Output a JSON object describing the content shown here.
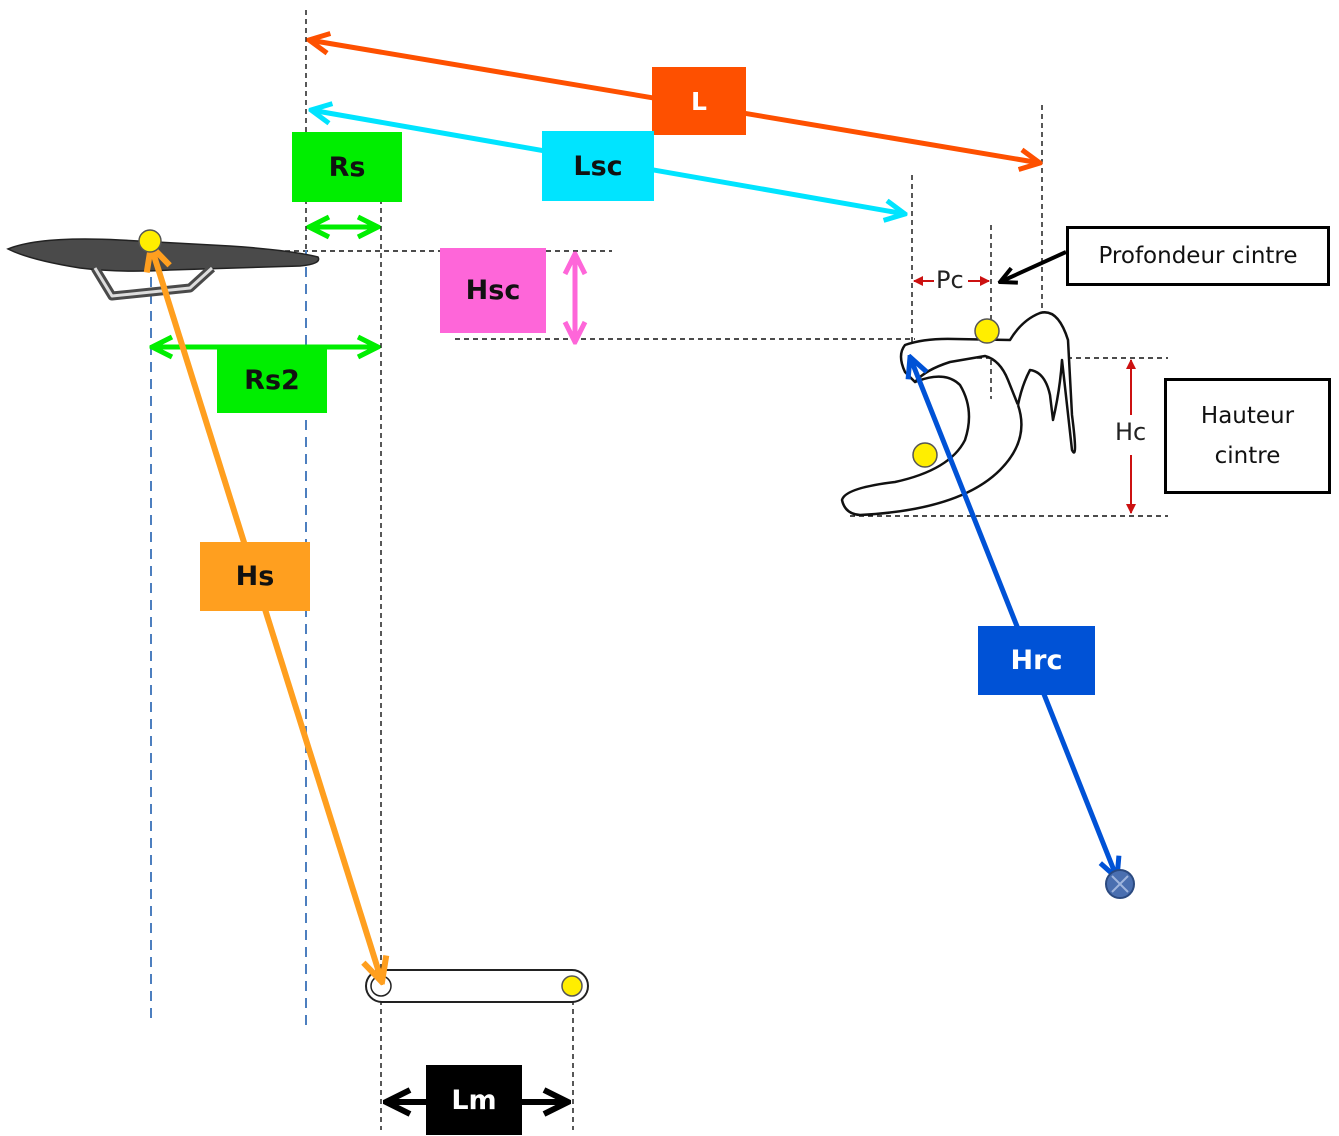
{
  "labels": {
    "L": "L",
    "Lsc": "Lsc",
    "Rs": "Rs",
    "Hsc": "Hsc",
    "Rs2": "Rs2",
    "Hs": "Hs",
    "Hrc": "Hrc",
    "Lm": "Lm",
    "Pc": "Pc",
    "Hc": "Hc"
  },
  "callouts": {
    "profondeur": "Profondeur cintre",
    "hauteur_line1": "Hauteur",
    "hauteur_line2": "cintre"
  },
  "colors": {
    "L": "#fe5000",
    "Lsc": "#00e4ff",
    "Rs": "#00ee00",
    "Hsc": "#fe66d9",
    "Hs": "#ff9f1f",
    "Hrc": "#0052d6",
    "Lm": "#000000",
    "marker": "#ffee00",
    "dimension_red": "#cc1111",
    "guide_blue": "#4d7fbf"
  }
}
